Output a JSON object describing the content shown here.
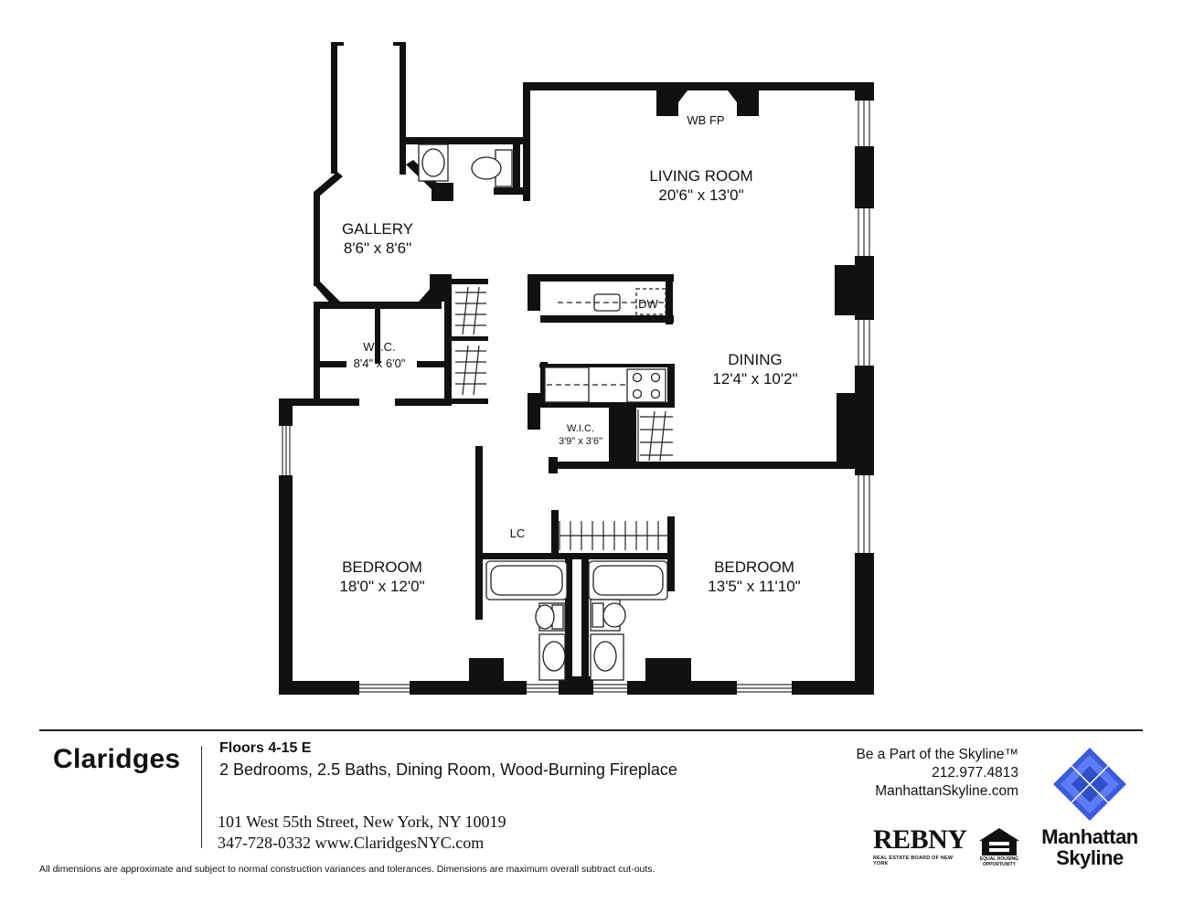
{
  "rooms": {
    "living_room": {
      "name": "LIVING ROOM",
      "size": "20'6\" x 13'0\""
    },
    "fireplace": "WB FP",
    "gallery": {
      "name": "GALLERY",
      "size": "8'6\" x 8'6\""
    },
    "wic_main": {
      "name": "W.I.C.",
      "size": "8'4\" x 6'0\""
    },
    "dining": {
      "name": "DINING",
      "size": "12'4\" x 10'2\""
    },
    "dishwasher": "DW",
    "wic_small": {
      "name": "W.I.C.",
      "size": "3'9\" x 3'6\""
    },
    "linen_closet": "LC",
    "bedroom_left": {
      "name": "BEDROOM",
      "size": "18'0\" x 12'0\""
    },
    "bedroom_right": {
      "name": "BEDROOM",
      "size": "13'5\" x 11'10\""
    }
  },
  "footer": {
    "building": "Claridges",
    "floors": "Floors 4-15 E",
    "features": "2 Bedrooms, 2.5 Baths, Dining Room, Wood-Burning Fireplace",
    "address": "101 West 55th Street, New York, NY 10019",
    "phone_web": "347-728-0332 www.ClaridgesNYC.com",
    "disclaimer": "All dimensions are approximate and subject to normal construction variances and tolerances. Dimensions are maximum overall subtract cut-outs.",
    "tagline": "Be a Part of the Skyline™",
    "phone": "212.977.4813",
    "website": "ManhattanSkyline.com",
    "rebny": "REBNY",
    "rebny_sub": "REAL ESTATE BOARD OF NEW YORK",
    "eho": "EQUAL HOUSING OPPORTUNITY",
    "brand_line1": "Manhattan",
    "brand_line2": "Skyline"
  },
  "colors": {
    "wall": "#111111",
    "logo_blue": "#3b5bdb"
  },
  "icons": [
    "equal-housing-icon",
    "manhattan-skyline-diamond-icon"
  ]
}
